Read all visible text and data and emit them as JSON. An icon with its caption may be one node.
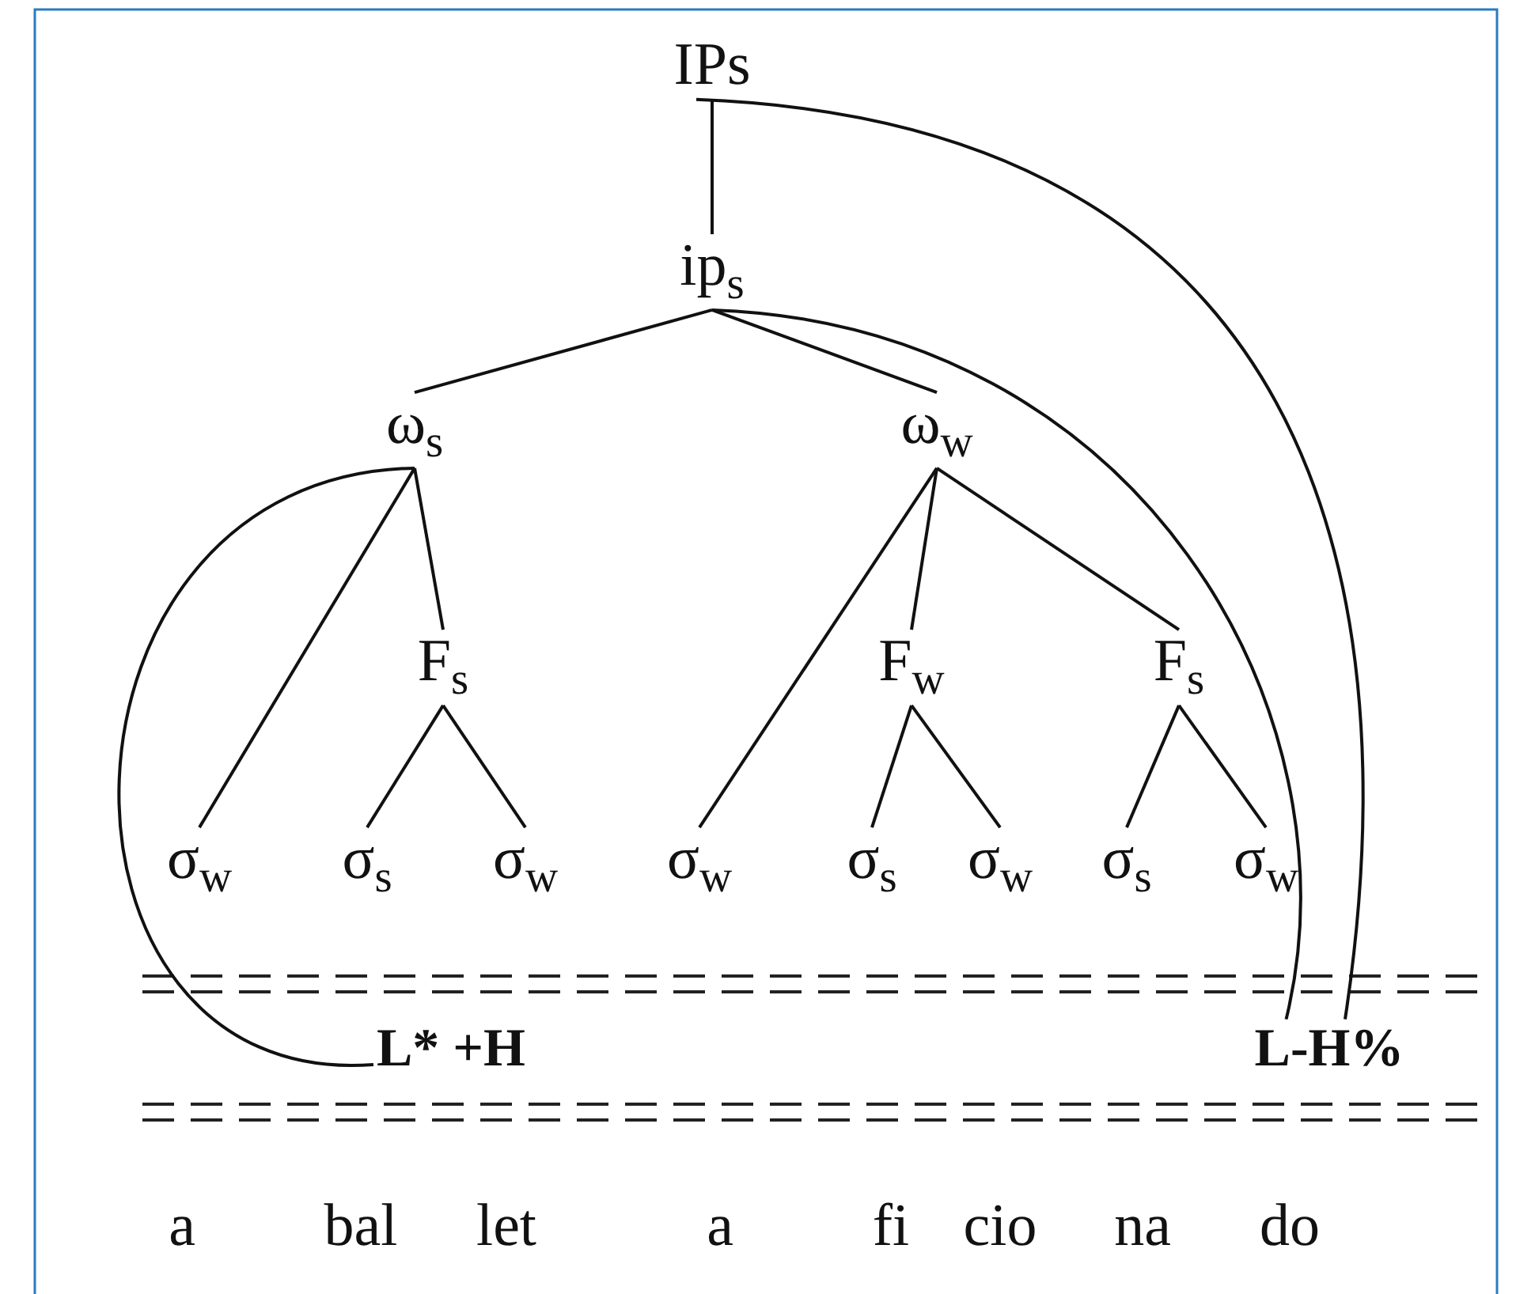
{
  "diagram": {
    "nodes": [
      {
        "text": [
          "IPs"
        ]
      },
      {
        "text": [
          "ip$_{s}$"
        ]
      },
      {
        "text": [
          "ω$_{s}$"
        ]
      },
      {
        "text": [
          "ω$_{w}$"
        ]
      },
      {
        "text": [
          "F$_{s}$"
        ]
      },
      {
        "text": [
          "F$_{w}$"
        ]
      },
      {
        "text": [
          "F$_{s}$"
        ]
      },
      {
        "text": [
          "σ$_{w}$"
        ]
      },
      {
        "text": [
          "σ$_{s}$"
        ]
      },
      {
        "text": [
          "σ$_{w}$"
        ]
      },
      {
        "text": [
          "σ$_{w}$"
        ]
      },
      {
        "text": [
          "σ$_{s}$"
        ]
      },
      {
        "text": [
          "σ$_{w}$"
        ]
      },
      {
        "text": [
          "σ$_{s}$"
        ]
      },
      {
        "text": [
          "σ$_{w}$"
        ]
      },
      {
        "text": [
          "L* +H"
        ]
      },
      {
        "text": [
          "L-H%"
        ]
      }
    ],
    "edges": [
      {
        "from": 0,
        "to": 1,
        "arrow": "none"
      },
      {
        "from": 1,
        "to": 2,
        "arrow": "none"
      },
      {
        "from": 1,
        "to": 3,
        "arrow": "none"
      },
      {
        "from": 2,
        "to": 7,
        "arrow": "none"
      },
      {
        "from": 2,
        "to": 4,
        "arrow": "none"
      },
      {
        "from": 4,
        "to": 8,
        "arrow": "none"
      },
      {
        "from": 4,
        "to": 9,
        "arrow": "none"
      },
      {
        "from": 3,
        "to": 10,
        "arrow": "none"
      },
      {
        "from": 3,
        "to": 5,
        "arrow": "none"
      },
      {
        "from": 3,
        "to": 6,
        "arrow": "none"
      },
      {
        "from": 5,
        "to": 11,
        "arrow": "none"
      },
      {
        "from": 5,
        "to": 12,
        "arrow": "none"
      },
      {
        "from": 6,
        "to": 13,
        "arrow": "none"
      },
      {
        "from": 6,
        "to": 14,
        "arrow": "none"
      },
      {
        "from": 2,
        "to": 15,
        "arrow": "none"
      },
      {
        "from": 1,
        "to": 16,
        "arrow": "none"
      },
      {
        "from": 0,
        "to": 16,
        "arrow": "none"
      }
    ],
    "labels": [
      "a",
      "bal",
      "let",
      "a",
      "fi",
      "cio",
      "na",
      "do"
    ]
  }
}
